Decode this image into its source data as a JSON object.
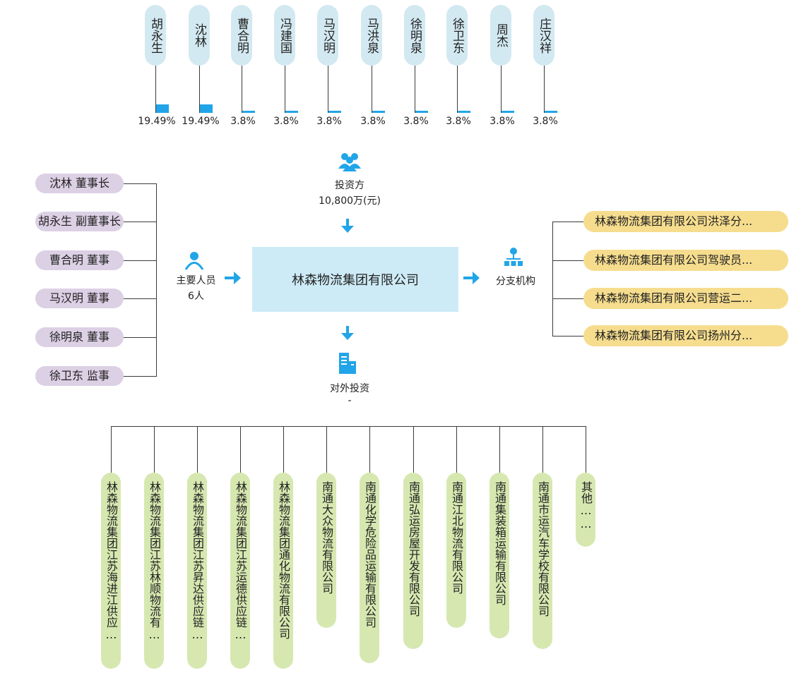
{
  "shareholders": [
    {
      "name": "胡永生",
      "pct": "19.49%",
      "share": 19.49
    },
    {
      "name": "沈林",
      "pct": "19.49%",
      "share": 19.49
    },
    {
      "name": "曹合明",
      "pct": "3.8%",
      "share": 3.8
    },
    {
      "name": "冯建国",
      "pct": "3.8%",
      "share": 3.8
    },
    {
      "name": "马汉明",
      "pct": "3.8%",
      "share": 3.8
    },
    {
      "name": "马洪泉",
      "pct": "3.8%",
      "share": 3.8
    },
    {
      "name": "徐明泉",
      "pct": "3.8%",
      "share": 3.8
    },
    {
      "name": "徐卫东",
      "pct": "3.8%",
      "share": 3.8
    },
    {
      "name": "周杰",
      "pct": "3.8%",
      "share": 3.8
    },
    {
      "name": "庄汉祥",
      "pct": "3.8%",
      "share": 3.8
    }
  ],
  "investor": {
    "label": "投资方",
    "amount": "10,800万(元)"
  },
  "company": {
    "name": "林森物流集团有限公司"
  },
  "key_people": {
    "label": "主要人员",
    "count": "6人",
    "items": [
      "沈林 董事长",
      "胡永生 副董事长",
      "曹合明 董事",
      "马汉明 董事",
      "徐明泉 董事",
      "徐卫东 监事"
    ]
  },
  "branches": {
    "label": "分支机构",
    "items": [
      "林森物流集团有限公司洪泽分...",
      "林森物流集团有限公司驾驶员...",
      "林森物流集团有限公司营运二...",
      "林森物流集团有限公司扬州分..."
    ]
  },
  "investments": {
    "label": "对外投资",
    "count": "-",
    "items": [
      "林森物流集团江苏海进江供应…",
      "林森物流集团江苏林顺物流有…",
      "林森物流集团江苏昇达供应链…",
      "林森物流集团江苏运德供应链…",
      "林森物流集团通化物流有限公司",
      "南通大众物流有限公司",
      "南通化学危险品运输有限公司",
      "南通弘运房屋开发有限公司",
      "南通江北物流有限公司",
      "南通集装箱运输有限公司",
      "南通市运汽车学校有限公司",
      "其他……"
    ]
  },
  "colors": {
    "accent": "#21a5e8",
    "shareholder": "#d3e9f1",
    "person": "#dcd0e5",
    "branch": "#f6dd8e",
    "investment": "#d6e8b0",
    "company": "#cdebf6"
  }
}
